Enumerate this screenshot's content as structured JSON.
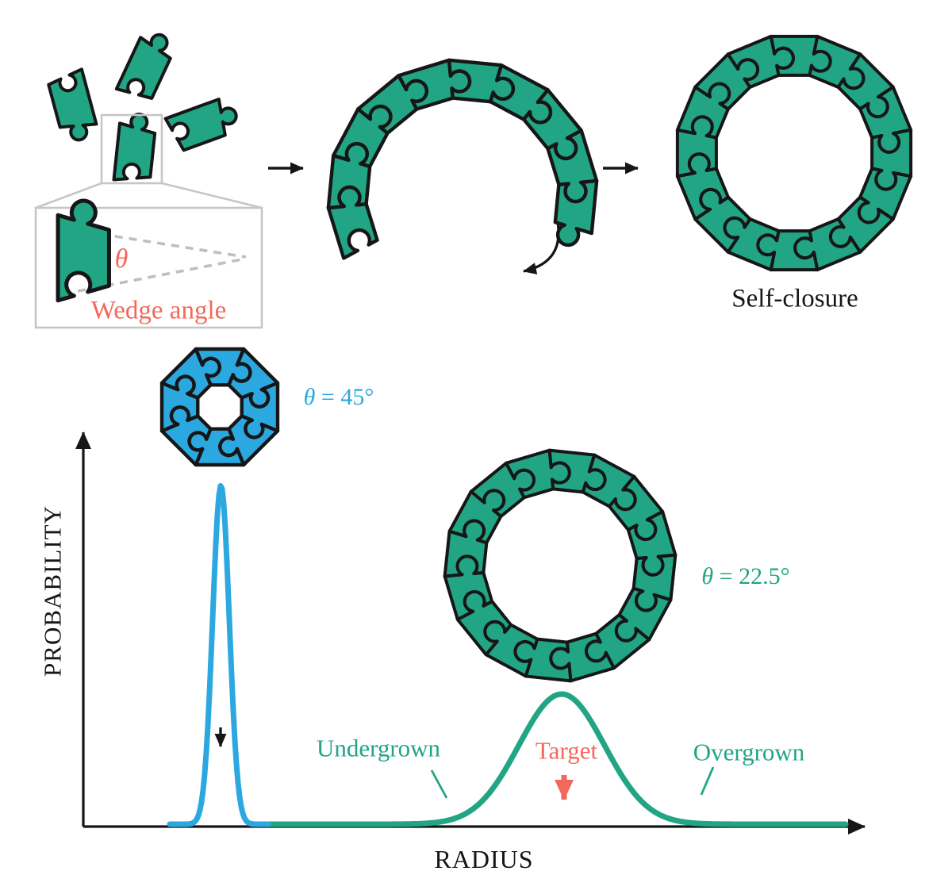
{
  "figure": {
    "colors": {
      "green": "#21a585",
      "blue": "#2ba8e0",
      "salmon": "#f2695c",
      "ink": "#161616",
      "box_gray": "#c6c6c6",
      "dash_gray": "#bfbfbf"
    },
    "labels": {
      "theta": "θ",
      "wedge_angle": "Wedge angle",
      "self_closure": "Self-closure",
      "theta45_value": " = 45°",
      "theta225_value": " = 22.5°"
    },
    "pieces": {
      "scattered_count": 4,
      "arc_piece_count": 10,
      "self_closure_ring_pieces": 16,
      "octagon_ring_pieces": 8,
      "octagon_wedge_angle_deg": 45,
      "target_ring_pieces": 16,
      "target_wedge_angle_deg": 22.5
    }
  },
  "chart_data": {
    "type": "line",
    "title": "",
    "xlabel": "RADIUS",
    "ylabel": "PROBABILITY",
    "axis_ticks": false,
    "gridlines": false,
    "legend": "none",
    "series": [
      {
        "name": "θ = 45°",
        "color": "#2ba8e0",
        "shape": "gaussian",
        "peak_x_frac": 0.174,
        "sigma_x_frac": 0.011,
        "peak_height_frac": 0.84,
        "wedge_angle_deg": 45,
        "ring_pieces": 8
      },
      {
        "name": "θ = 22.5°",
        "color": "#21a585",
        "shape": "gaussian",
        "peak_x_frac": 0.607,
        "sigma_x_frac": 0.054,
        "peak_height_frac": 0.33,
        "wedge_angle_deg": 22.5,
        "ring_pieces": 16
      }
    ],
    "annotations": [
      {
        "text": "Undergrown",
        "color": "#21a585",
        "position": "left shoulder of broad peak"
      },
      {
        "text": "Target",
        "color": "#f2695c",
        "position": "center of broad peak"
      },
      {
        "text": "Overgrown",
        "color": "#21a585",
        "position": "right shoulder of broad peak"
      }
    ]
  }
}
